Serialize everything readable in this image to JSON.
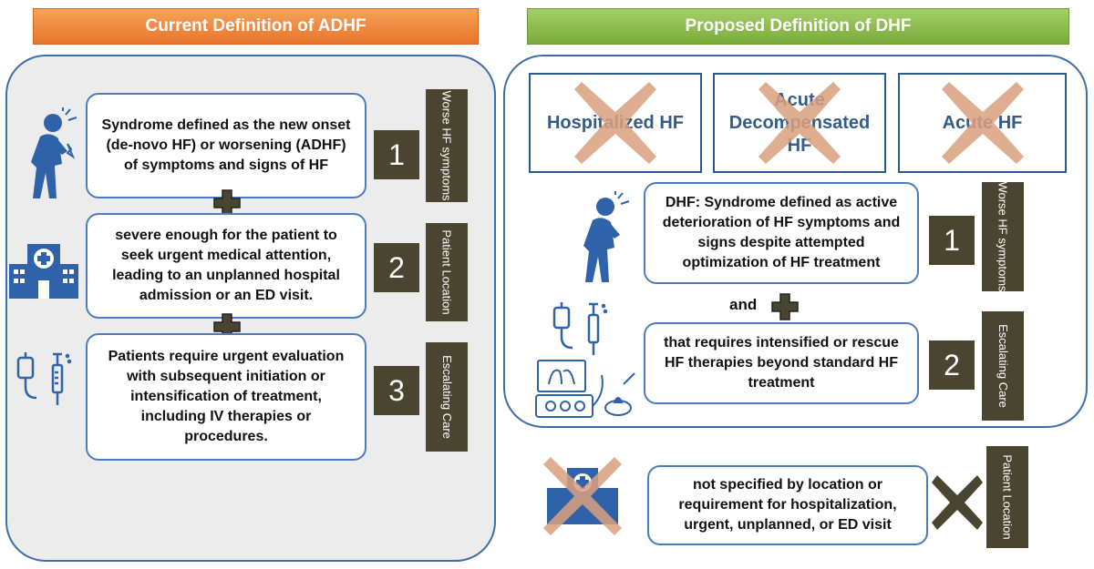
{
  "left": {
    "title": "Current Definition of ADHF",
    "criteria": [
      {
        "text": "Syndrome defined as the new onset (de-novo HF) or worsening (ADHF) of symptoms and signs of HF",
        "number": "1",
        "tag": "Worse HF symptoms"
      },
      {
        "text": "severe enough for the patient to seek urgent medical attention, leading to an unplanned hospital admission or an ED visit.",
        "number": "2",
        "tag": "Patient Location"
      },
      {
        "text": "Patients require urgent evaluation with subsequent initiation or intensification of treatment, including IV therapies or procedures.",
        "number": "3",
        "tag": "Escalating Care"
      }
    ],
    "icons": [
      "patient-pain-icon",
      "hospital-icon",
      "iv-bag-syringe-icon"
    ]
  },
  "right": {
    "title": "Proposed Definition of DHF",
    "rejected_terms": [
      "Hospitalized HF",
      "Acute Decompensated HF",
      "Acute HF"
    ],
    "criteria": [
      {
        "text": "DHF: Syndrome defined as active deterioration of HF symptoms and signs despite attempted optimization of HF treatment",
        "number": "1",
        "tag": "Worse HF symptoms"
      },
      {
        "text": "that requires intensified or rescue HF therapies beyond standard HF treatment",
        "number": "2",
        "tag": "Escalating Care"
      }
    ],
    "connector": "and",
    "excluded": {
      "text": "not specified by location or requirement for hospitalization, urgent, unplanned, or ED visit",
      "tag": "Patient Location"
    },
    "icons": [
      "patient-pain-icon",
      "iv-bag-syringe-icon",
      "monitor-device-icon",
      "crossed-hospital-icon"
    ]
  },
  "colors": {
    "orange": "#ed7d31",
    "green": "#8cbc4f",
    "panel_border": "#3e6ea5",
    "dark_olive": "#4a4530",
    "cross_salmon": "#d9a07e"
  }
}
